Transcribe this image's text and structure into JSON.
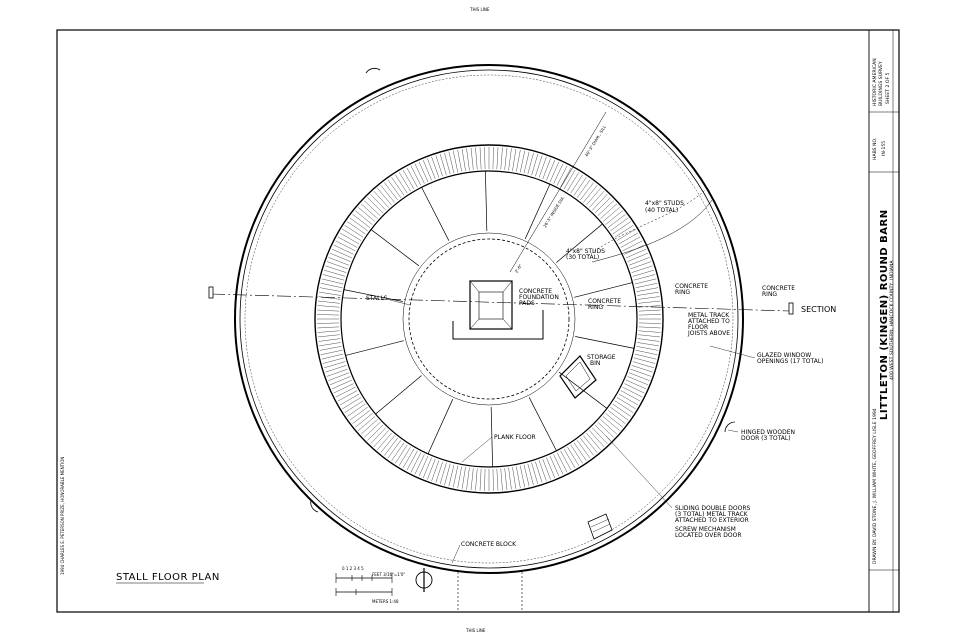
{
  "sheet": {
    "top_mark": "THIS LINE",
    "bottom_mark": "THIS LINE"
  },
  "plan": {
    "title": "STALL FLOOR PLAN",
    "scale_numbers": "0 1 2 3 4 5",
    "scale_feet": "FEET 3/16\"=1'0\"",
    "scale_meters": "METERS 1:48",
    "section_label": "SECTION"
  },
  "labels": {
    "studs_40_line1": "4\"x8\" STUDS",
    "studs_40_line2": "(40 TOTAL)",
    "studs_30_line1": "4\"x8\" STUDS",
    "studs_30_line2": "(30 TOTAL)",
    "dim_outer": "40'-3\" DIAM., SILL",
    "dim_inner_1": "26'-5\" INSIDE DIA.",
    "dim_inner_2": "2'-6\"",
    "stalls": "STALLS",
    "concrete_pads_1": "CONCRETE",
    "concrete_pads_2": "FOUNDATION",
    "concrete_pads_3": "PADS",
    "concrete_ring_inner_1": "CONCRETE",
    "concrete_ring_inner_2": "RING",
    "concrete_ring_mid_1": "CONCRETE",
    "concrete_ring_mid_2": "RING",
    "concrete_ring_outer_1": "CONCRETE",
    "concrete_ring_outer_2": "RING",
    "metal_track_1": "METAL TRACK",
    "metal_track_2": "ATTACHED TO",
    "metal_track_3": "FLOOR",
    "metal_track_4": "JOISTS ABOVE",
    "storage_bin_1": "STORAGE",
    "storage_bin_2": "BIN",
    "glazed_1": "GLAZED WINDOW",
    "glazed_2": "OPENINGS (17 TOTAL)",
    "hinged_1": "HINGED WOODEN",
    "hinged_2": "DOOR (3 TOTAL)",
    "plank_floor": "PLANK FLOOR",
    "sliding_1": "SLIDING DOUBLE DOORS",
    "sliding_2": "(3 TOTAL) METAL TRACK",
    "sliding_3": "ATTACHED TO EXTERIOR",
    "screw_1": "SCREW MECHANISM",
    "screw_2": "LOCATED OVER DOOR",
    "concrete_block": "CONCRETE BLOCK"
  },
  "left_margin": {
    "credit": "1994 CHARLES E. PETERSON PRIZE, HONORABLE MENTION"
  },
  "title_block": {
    "building": "LITTLETON (KINGEN) ROUND BARN",
    "location": "400 WEST SOUTHERN, HANCOCK COUNTY, INDIANA",
    "delineators": "DRAWN BY: DAVID STONE, J. WILLIAM WHITE, GEOFFREY LISLE 1994",
    "survey_1": "HISTORIC AMERICAN",
    "survey_2": "BUILDINGS SURVEY",
    "sheet": "SHEET 2 OF 5",
    "hab_number": "IN-155",
    "hab_label": "HABS NO."
  }
}
